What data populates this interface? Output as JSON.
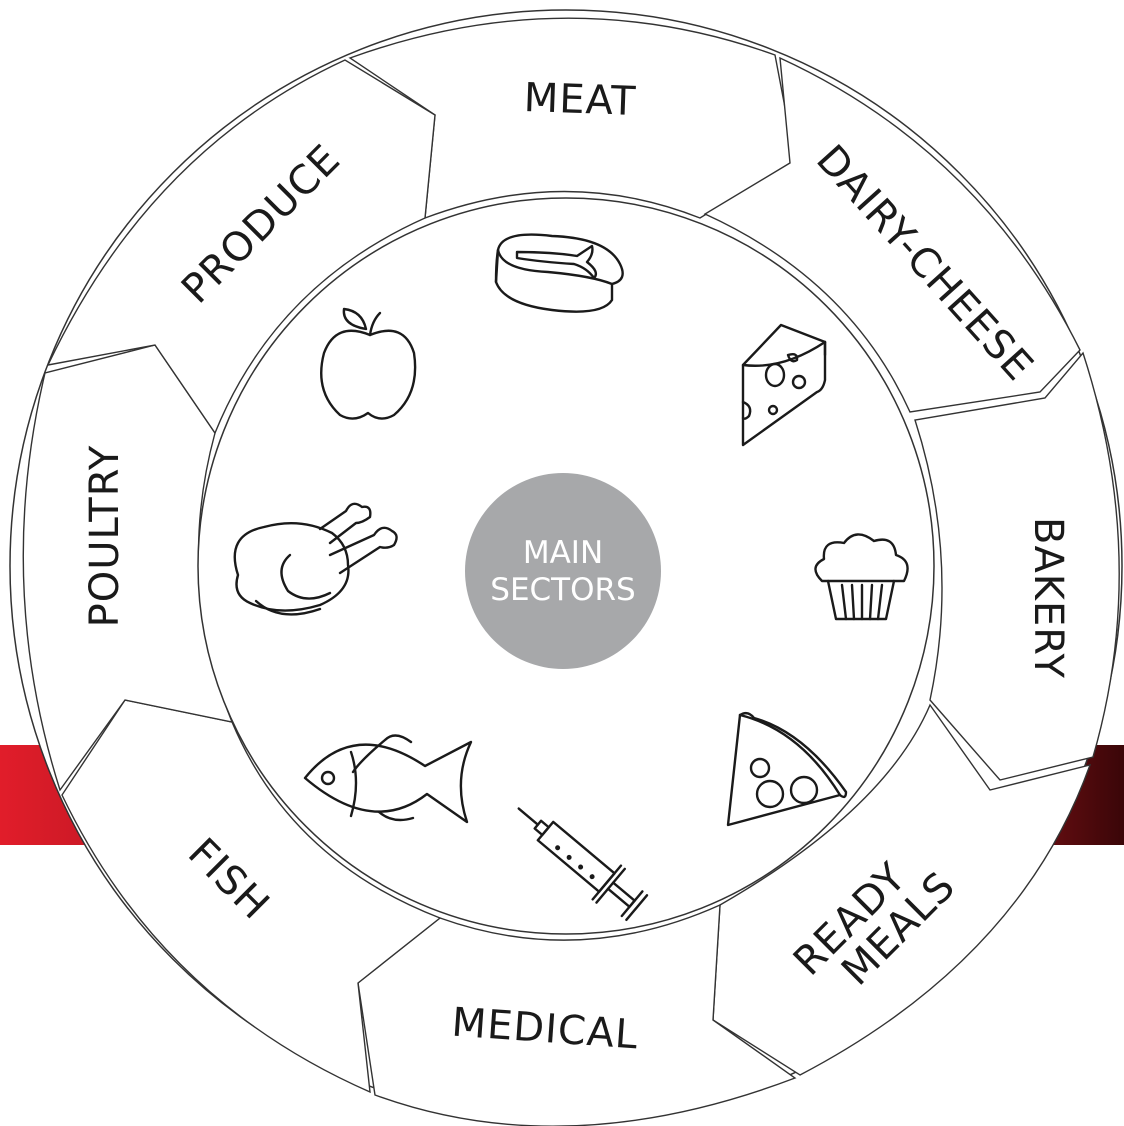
{
  "center": {
    "line1": "MAIN",
    "line2": "SECTORS",
    "color": "#a7a8aa"
  },
  "accent_color": "#e11d2a",
  "sectors": [
    {
      "label": "MEAT",
      "icon": "steak-icon"
    },
    {
      "label": "DAIRY-CHEESE",
      "icon": "cheese-icon"
    },
    {
      "label": "BAKERY",
      "icon": "muffin-icon"
    },
    {
      "label_line1": "READY",
      "label_line2": "MEALS",
      "icon": "pizza-slice-icon"
    },
    {
      "label": "MEDICAL",
      "icon": "syringe-icon"
    },
    {
      "label": "FISH",
      "icon": "fish-icon"
    },
    {
      "label": "POULTRY",
      "icon": "roast-chicken-icon"
    },
    {
      "label": "PRODUCE",
      "icon": "apple-icon"
    }
  ]
}
